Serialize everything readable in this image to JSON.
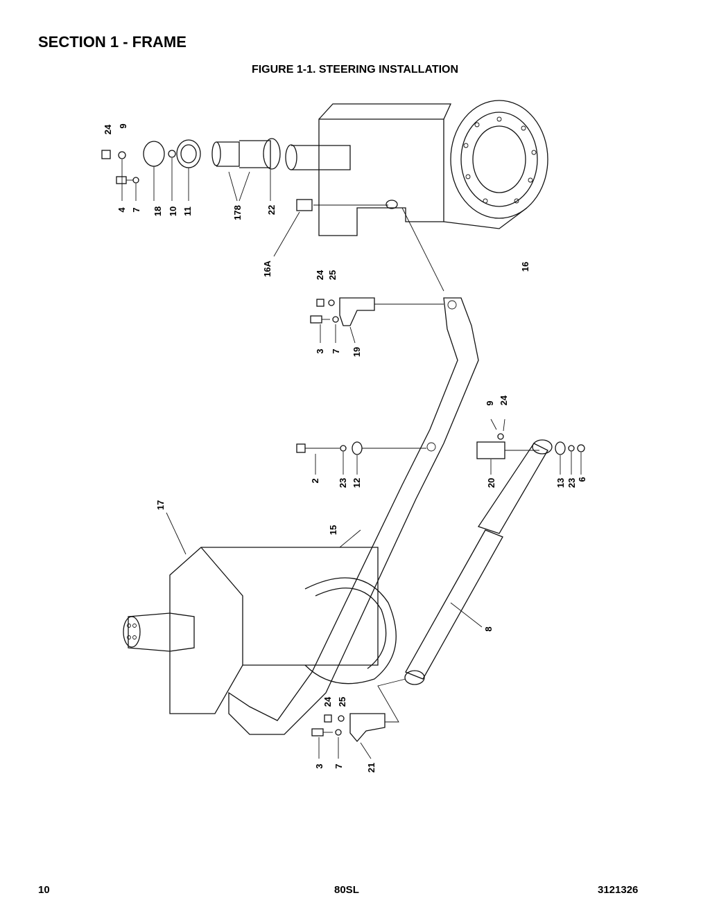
{
  "header": {
    "section_title": "SECTION 1 - FRAME",
    "figure_title": "FIGURE 1-1. STEERING INSTALLATION"
  },
  "callouts": {
    "c_24_top": "24",
    "c_9_top": "9",
    "c_4_top": "4",
    "c_7_top": "7",
    "c_18": "18",
    "c_10": "10",
    "c_11": "11",
    "c_178": "178",
    "c_22": "22",
    "c_16A": "16A",
    "c_16": "16",
    "c_24_mid": "24",
    "c_25_mid": "25",
    "c_3_mid": "3",
    "c_7_mid": "7",
    "c_19": "19",
    "c_9_right": "9",
    "c_24_right": "24",
    "c_2": "2",
    "c_23_left": "23",
    "c_12": "12",
    "c_20": "20",
    "c_13": "13",
    "c_23_right": "23",
    "c_6": "6",
    "c_17": "17",
    "c_15": "15",
    "c_8": "8",
    "c_24_bot": "24",
    "c_25_bot": "25",
    "c_3_bot": "3",
    "c_7_bot": "7",
    "c_21": "21"
  },
  "footer": {
    "page_number": "10",
    "model": "80SL",
    "doc_number": "3121326"
  }
}
